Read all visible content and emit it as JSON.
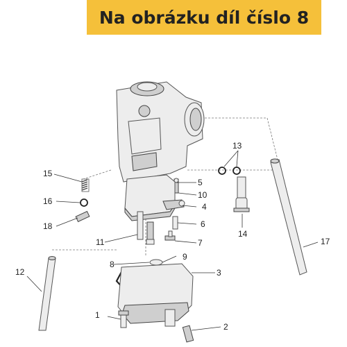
{
  "banner": {
    "text": "Na obrázku díl číslo 8",
    "color": "#f5c03a"
  },
  "callouts": {
    "c1": "1",
    "c2": "2",
    "c3": "3",
    "c4": "4",
    "c5": "5",
    "c6": "6",
    "c7": "7",
    "c8": "8",
    "c9": "9",
    "c10": "10",
    "c11": "11",
    "c12": "12",
    "c13": "13",
    "c14": "14",
    "c15": "15",
    "c16": "16",
    "c17": "17",
    "c18": "18"
  }
}
